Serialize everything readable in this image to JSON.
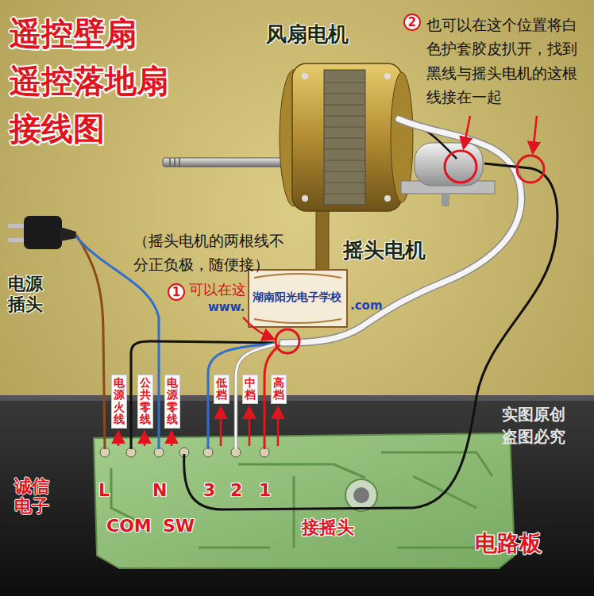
{
  "diagram": {
    "title": "遥控壁扇 遥控落地扇 接线图",
    "nodes": [
      {
        "text": [
          "电源火线"
        ]
      },
      {
        "text": [
          "公共零线"
        ]
      },
      {
        "text": [
          "电源零线"
        ]
      },
      {
        "text": [
          "低档"
        ]
      },
      {
        "text": [
          "中档"
        ]
      },
      {
        "text": [
          "高档"
        ]
      }
    ],
    "labels": [
      "风扇电机",
      "2",
      "也可以在这个位置将白色护套胶皮扒开，找到黑线与摇头电机的这根线接在一起",
      "（摇头电机的两根线不分正负极，随便接）",
      "1",
      "可以在这",
      "www.",
      "湖南阳光电子学校",
      ".com",
      "摇头电机",
      "电源 插头",
      "实图原创 盗图必究",
      "诚信电子",
      "L",
      "N",
      "3",
      "2",
      "1",
      "COM",
      "SW",
      "接摇头",
      "电路板"
    ]
  }
}
